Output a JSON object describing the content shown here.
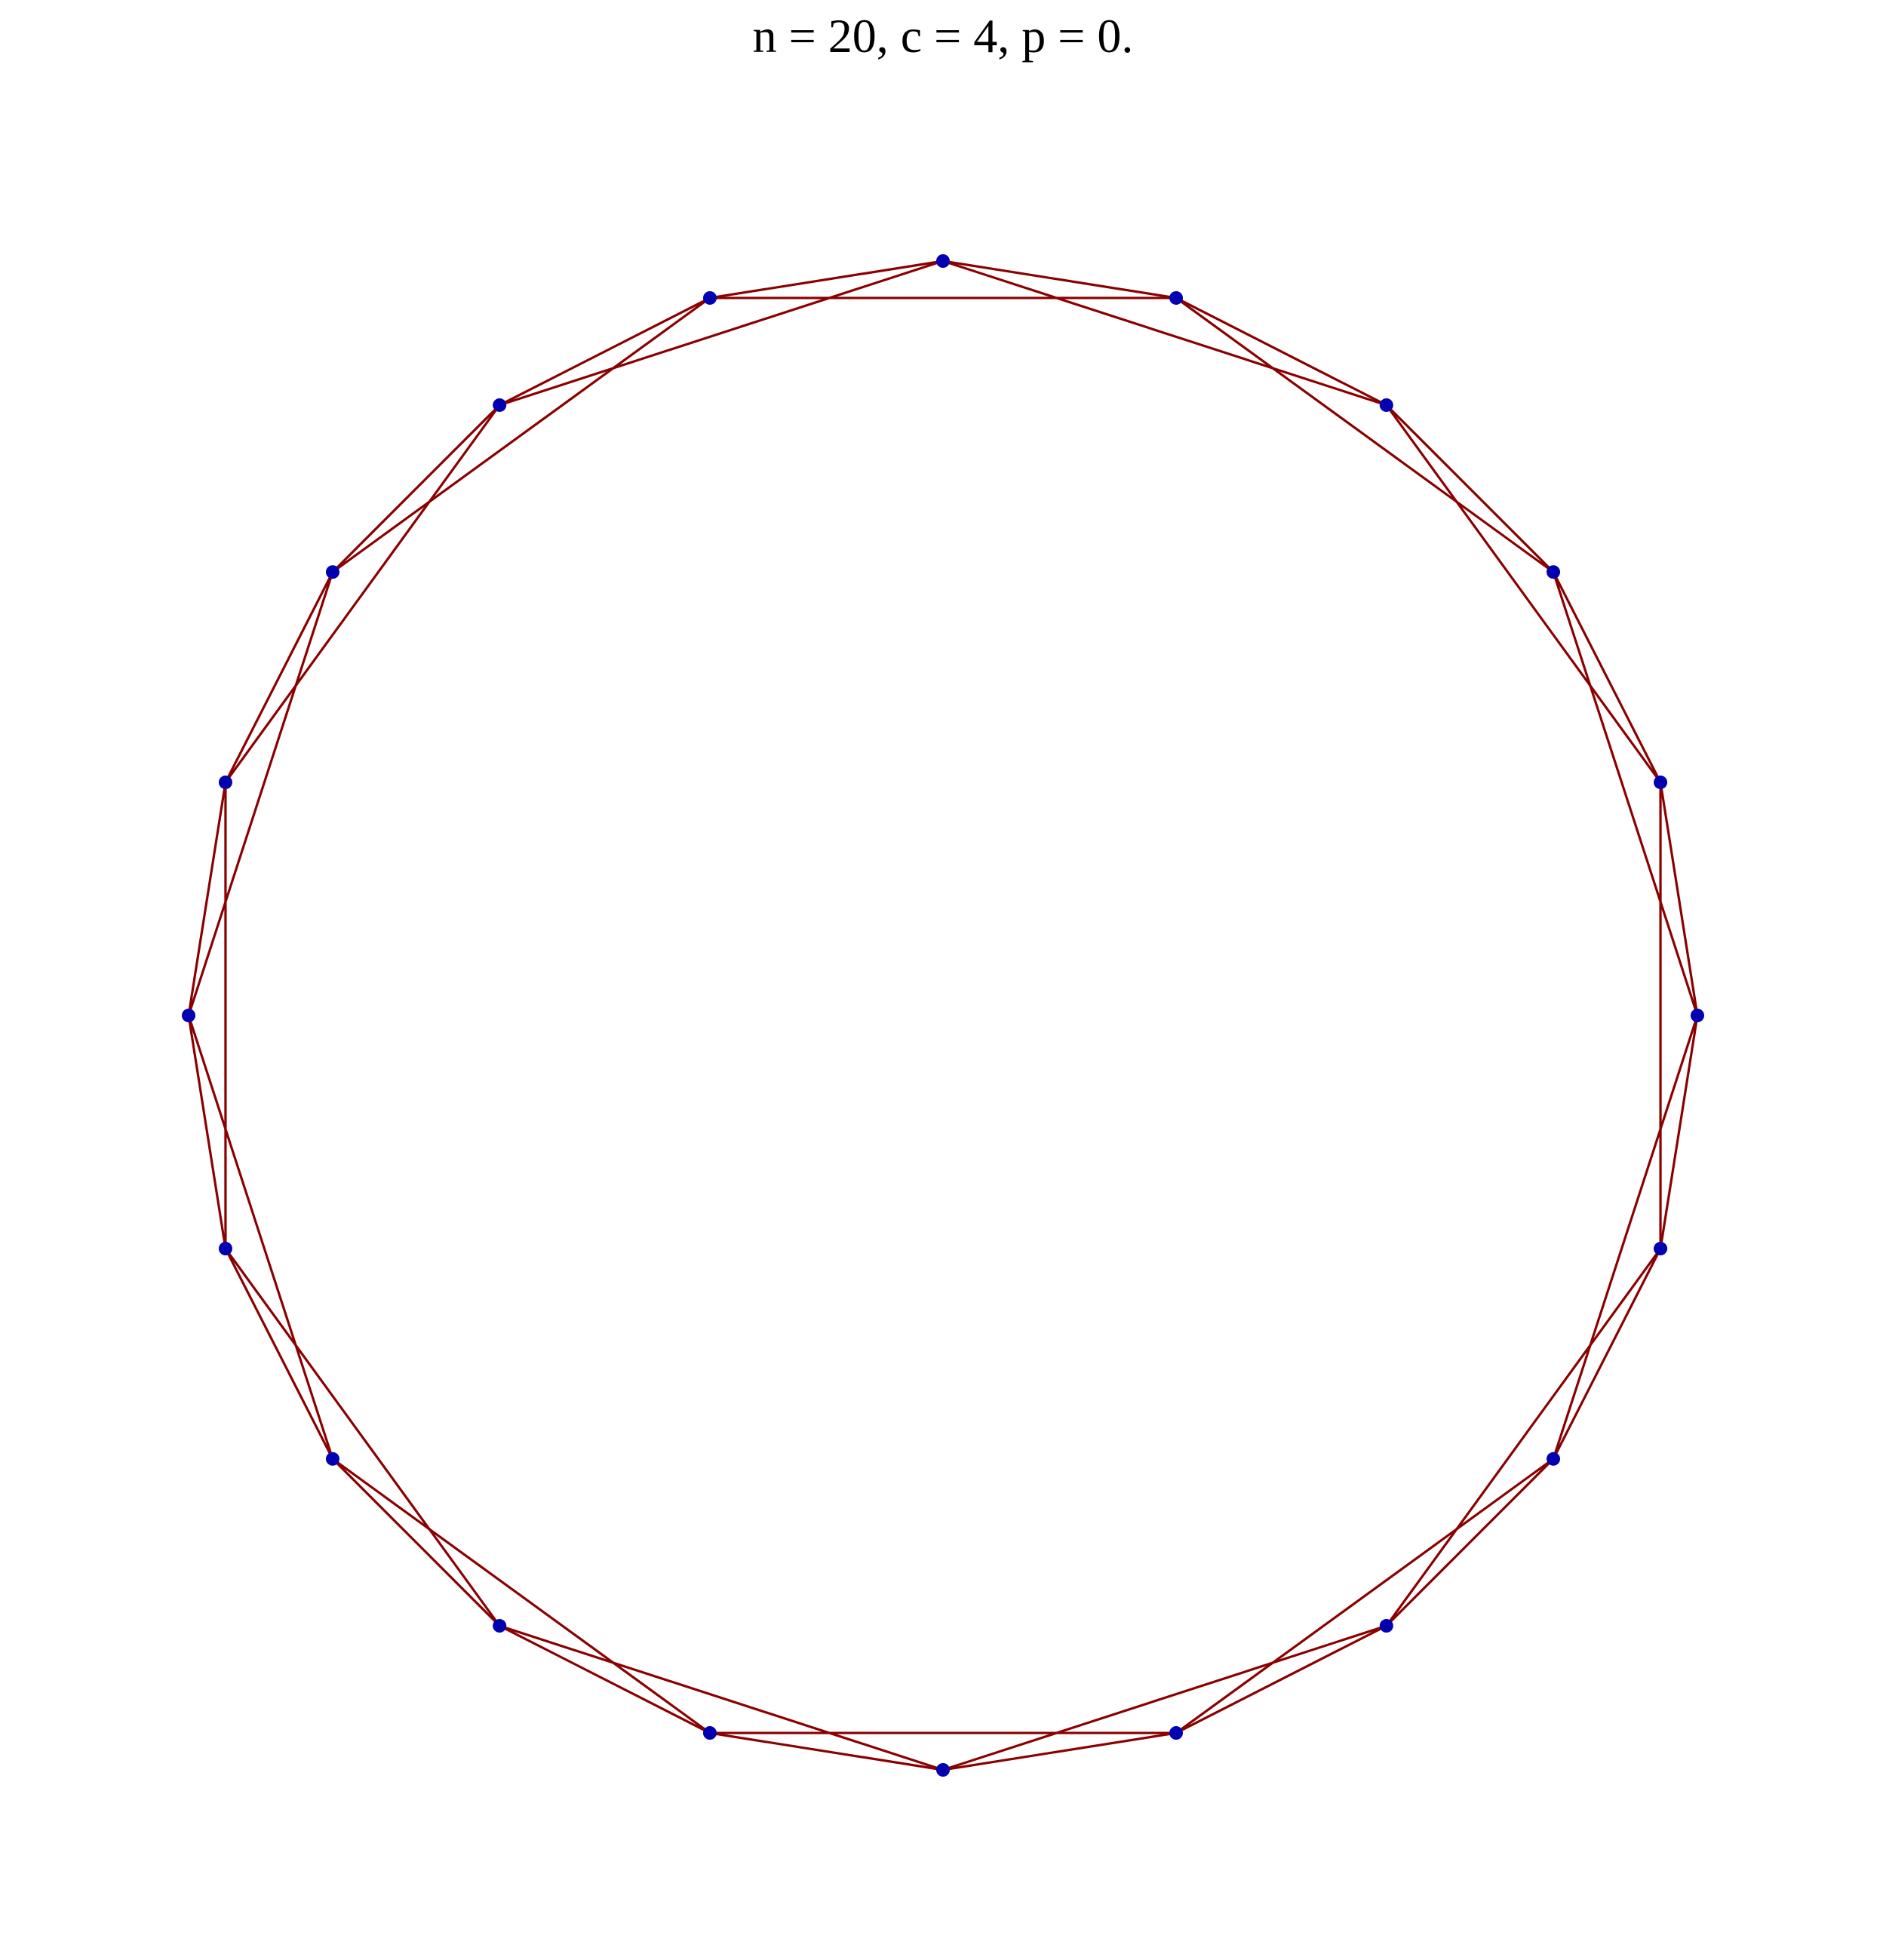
{
  "title": "n = 20, c = 4, p = 0.",
  "graph": {
    "node_count": 20,
    "neighbors_per_node": 4,
    "rewire_probability": 0,
    "layout": "circular ring lattice",
    "node_color": "#0000b0",
    "edge_color": "#8b0000",
    "background_color": "#ffffff"
  }
}
